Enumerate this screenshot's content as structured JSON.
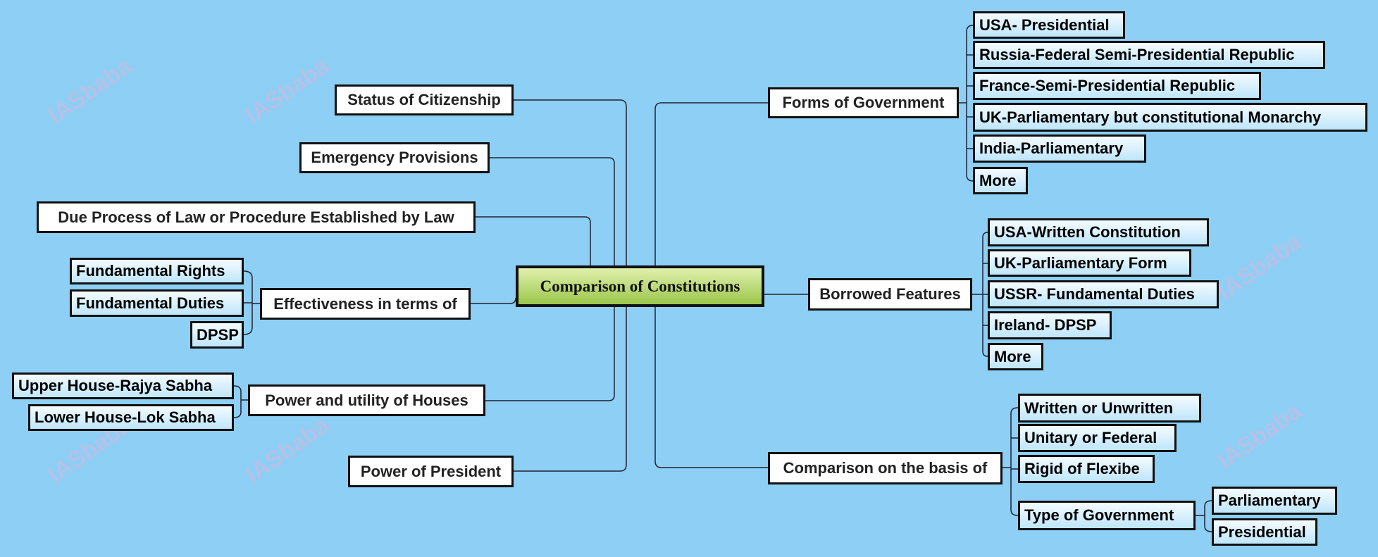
{
  "watermark": "IASbaba",
  "colors": {
    "background": "#8dcff5",
    "center_top": "#e0f0ad",
    "center_bottom": "#9cc64a"
  },
  "center": "Comparison of Constitutions",
  "left": {
    "status_citizenship": "Status of Citizenship",
    "emergency": "Emergency Provisions",
    "due_process": "Due Process of Law or Procedure Established by Law",
    "effectiveness": {
      "label": "Effectiveness in terms of",
      "children": [
        "Fundamental Rights",
        "Fundamental Duties",
        "DPSP"
      ]
    },
    "houses": {
      "label": "Power and utility of Houses",
      "children": [
        "Upper House-Rajya Sabha",
        "Lower House-Lok Sabha"
      ]
    },
    "president": "Power of President"
  },
  "right": {
    "forms": {
      "label": "Forms of Government",
      "children": [
        "USA- Presidential",
        "Russia-Federal Semi-Presidential Republic",
        "France-Semi-Presidential Republic",
        "UK-Parliamentary but constitutional Monarchy",
        "India-Parliamentary",
        "More"
      ]
    },
    "borrowed": {
      "label": "Borrowed Features",
      "children": [
        "USA-Written Constitution",
        "UK-Parliamentary Form",
        "USSR- Fundamental Duties",
        "Ireland- DPSP",
        "More"
      ]
    },
    "basis": {
      "label": "Comparison on the basis of",
      "children": [
        "Written or Unwritten",
        "Unitary or Federal",
        "Rigid of Flexibe",
        "Type of Government"
      ],
      "type_children": [
        "Parliamentary",
        "Presidential"
      ]
    }
  }
}
